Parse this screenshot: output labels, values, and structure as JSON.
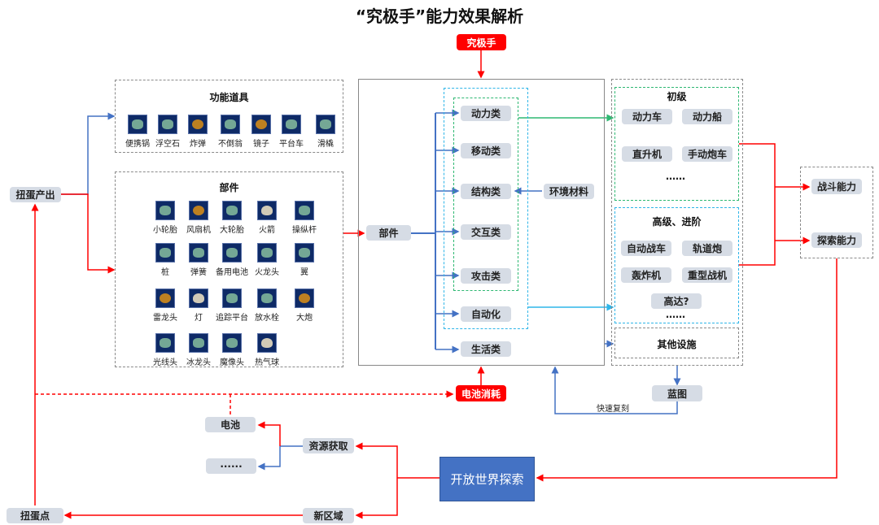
{
  "title": "“究极手”能力效果解析",
  "colors": {
    "red": "#ff0000",
    "blue_line": "#4472c4",
    "green_line": "#2eb872",
    "cyan_line": "#2fb5e8",
    "node_fill": "#d6dce5",
    "explore_fill": "#4472c4"
  },
  "top_node": "究极手",
  "gacha_output": "扭蛋产出",
  "gacha_point": "扭蛋点",
  "function_tools": {
    "title": "功能道具",
    "items": [
      "便携锅",
      "浮空石",
      "炸弹",
      "不倒翁",
      "镜子",
      "平台车",
      "滑橇"
    ]
  },
  "parts": {
    "title": "部件",
    "rows": [
      [
        "小轮胎",
        "风扇机",
        "大轮胎",
        "火箭",
        "操纵杆"
      ],
      [
        "桩",
        "弹簧",
        "备用电池",
        "火龙头",
        "翼"
      ],
      [
        "雷龙头",
        "灯",
        "追踪平台",
        "放水栓",
        "大炮"
      ],
      [
        "光线头",
        "冰龙头",
        "魔像头",
        "热气球"
      ]
    ]
  },
  "center": {
    "parts_node": "部件",
    "categories": [
      "动力类",
      "移动类",
      "结构类",
      "交互类",
      "攻击类",
      "自动化",
      "生活类"
    ],
    "env_material": "环境材料",
    "battery_consume": "电池消耗"
  },
  "basic": {
    "title": "初级",
    "items": [
      "动力车",
      "动力船",
      "直升机",
      "手动炮车"
    ],
    "more": "……"
  },
  "advanced": {
    "title": "高级、进阶",
    "items": [
      "自动战车",
      "轨道炮",
      "轰炸机",
      "重型战机",
      "高达?"
    ],
    "more": "……"
  },
  "other_facilities": "其他设施",
  "abilities": [
    "战斗能力",
    "探索能力"
  ],
  "blueprint": "蓝图",
  "quick_copy": "快速复刻",
  "open_world": "开放世界探索",
  "resource": "资源获取",
  "battery": "电池",
  "ellipsis_node": "······",
  "new_area": "新区域"
}
